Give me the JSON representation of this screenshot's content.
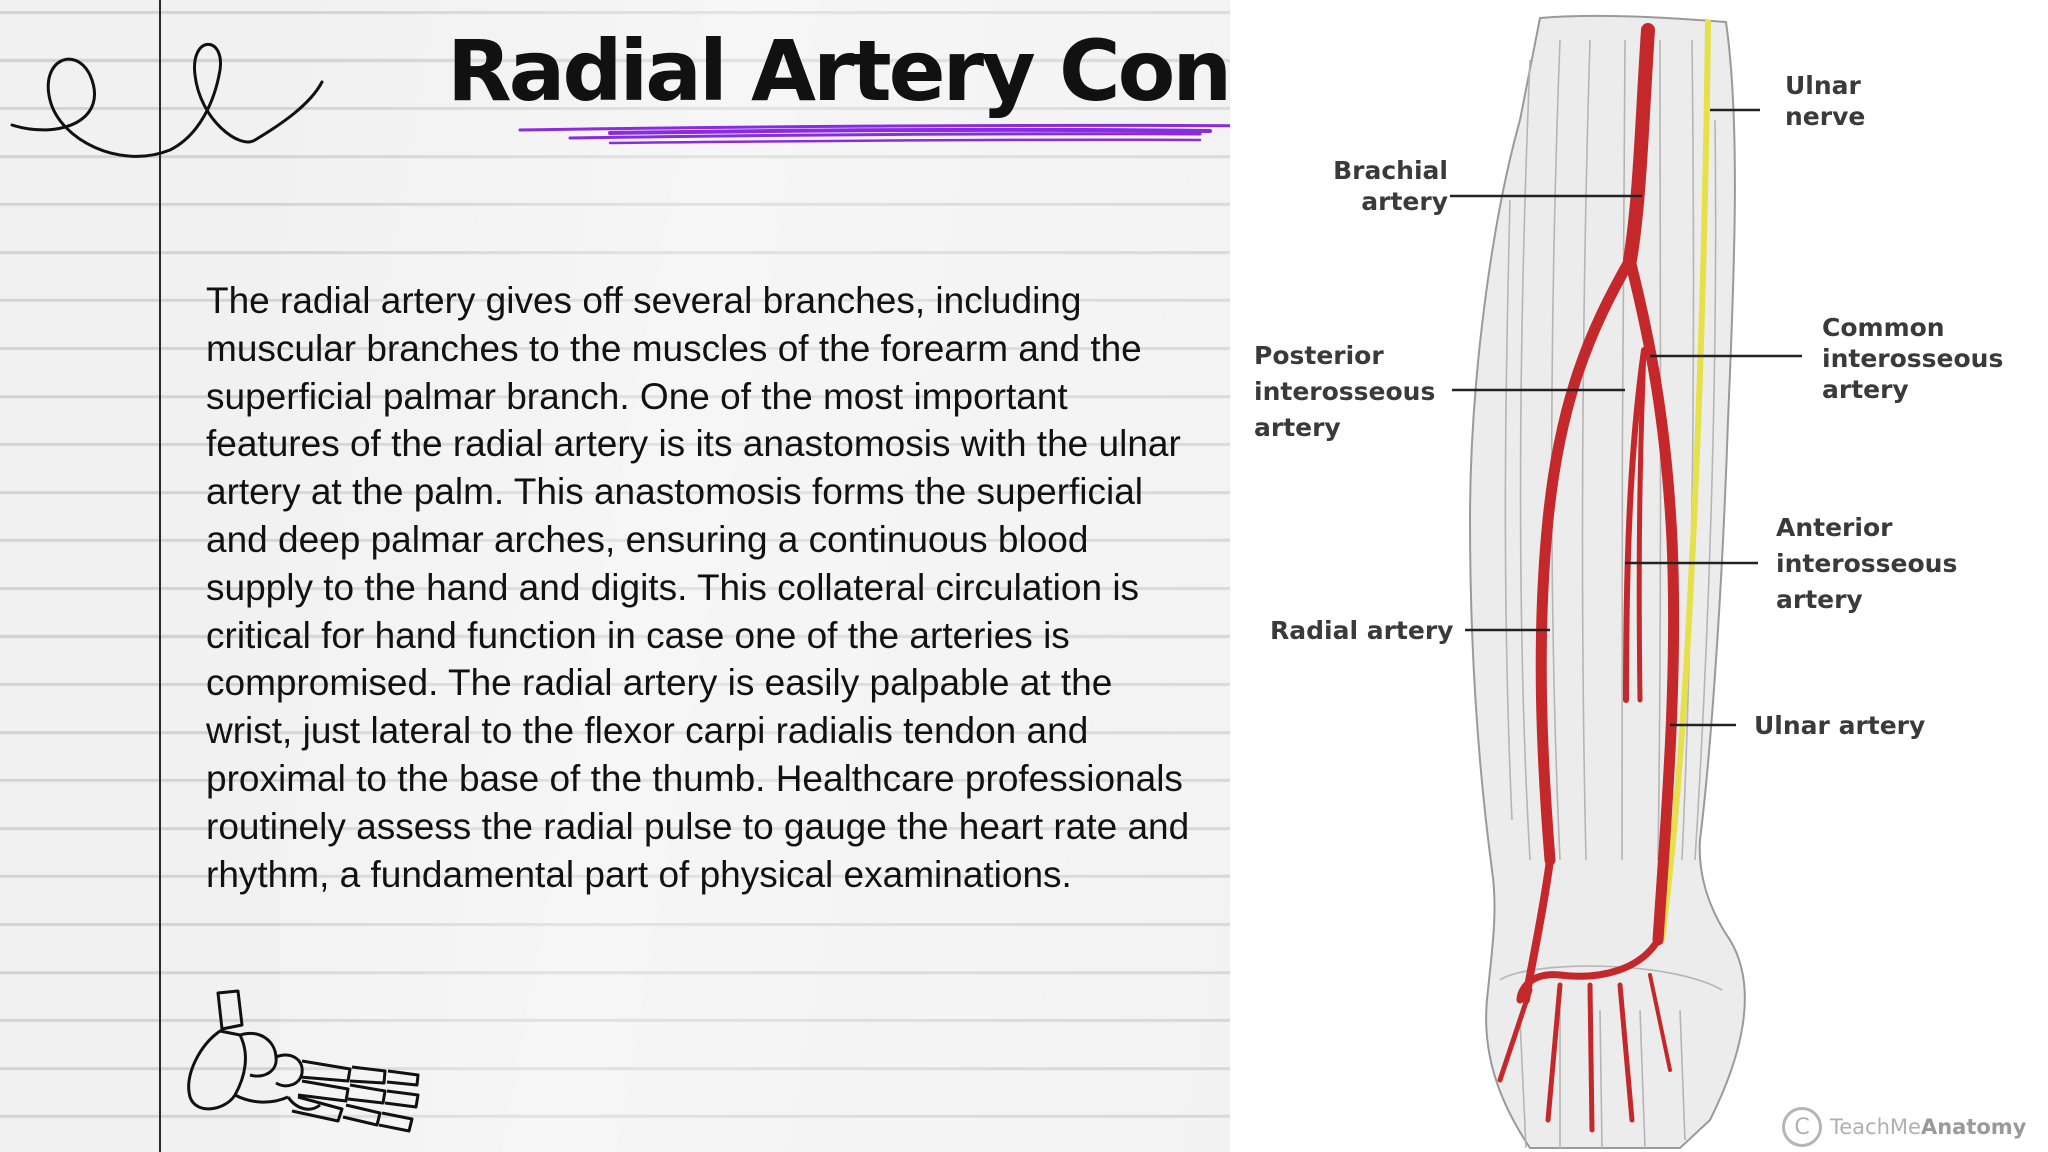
{
  "title": "Radial Artery Cont’d",
  "body": "The radial artery gives off several branches, including muscular branches to the muscles of the forearm and the superficial palmar branch. One of the most important features of the radial artery is its anastomosis with the ulnar artery at the palm. This anastomosis forms the superficial and deep palmar arches, ensuring a continuous blood supply to the hand and digits. This collateral circulation is critical for hand function in case one of the arteries is compromised. The radial artery is easily palpable at the wrist, just lateral to the flexor carpi radialis tendon and proximal to the base of the thumb. Healthcare professionals routinely assess the radial pulse to gauge the heart rate and rhythm, a fundamental part of physical examinations.",
  "figure": {
    "labels": {
      "ulnar_nerve": "Ulnar\nnerve",
      "brachial_artery": "Brachial\nartery",
      "common_interosseous": "Common\ninterosseous\nartery",
      "posterior_interosseous": "Posterior\ninterosseous\nartery",
      "anterior_interosseous": "Anterior\ninterosseous\nartery",
      "radial_artery": "Radial artery",
      "ulnar_artery": "Ulnar artery"
    },
    "watermark": {
      "symbol": "C",
      "brand_light": "TeachMe",
      "brand_bold": "Anatomy"
    }
  },
  "colors": {
    "artery": "#c4282a",
    "nerve": "#e6e04a",
    "underline": "#8a2be2",
    "ink": "#111111"
  }
}
